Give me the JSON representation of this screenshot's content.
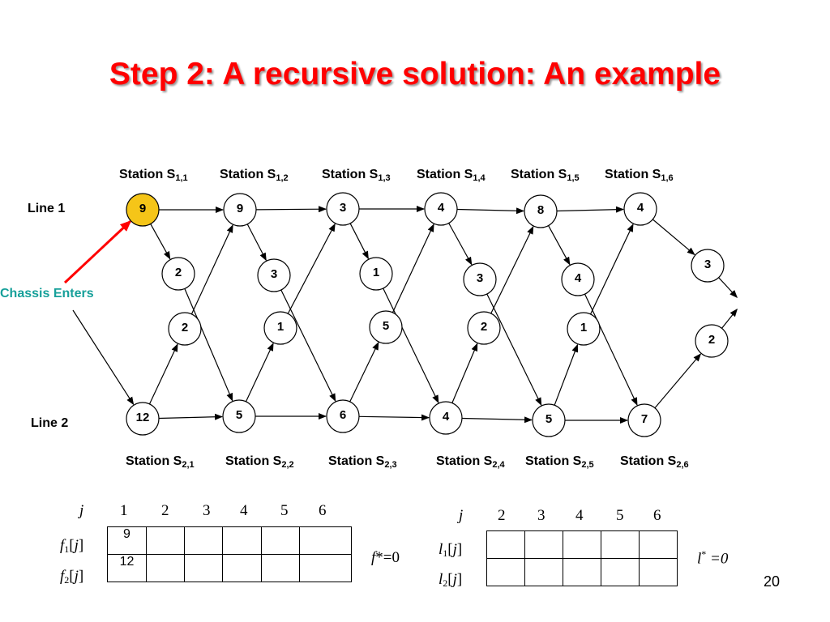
{
  "title": "Step 2: A recursive solution: An example",
  "line1_label": "Line 1",
  "line2_label": "Line 2",
  "chassis_label": "Chassis Enters",
  "station_prefix": "Station S",
  "stations_line1": [
    "1,1",
    "1,2",
    "1,3",
    "1,4",
    "1,5",
    "1,6"
  ],
  "stations_line2": [
    "2,1",
    "2,2",
    "2,3",
    "2,4",
    "2,5",
    "2,6"
  ],
  "line1_values": [
    "9",
    "9",
    "3",
    "4",
    "8",
    "4"
  ],
  "line2_values": [
    "12",
    "5",
    "6",
    "4",
    "5",
    "7"
  ],
  "transfer_1to2": [
    "2",
    "3",
    "1",
    "3",
    "4"
  ],
  "transfer_2to1": [
    "2",
    "1",
    "5",
    "2",
    "1"
  ],
  "exit_line1": "3",
  "exit_line2": "2",
  "highlight_color": "#f5c518",
  "arrow_color": "#ff0000",
  "f_table": {
    "j_label": "j",
    "columns": [
      "1",
      "2",
      "3",
      "4",
      "5",
      "6"
    ],
    "row1_label": {
      "var": "f",
      "sub": "1",
      "idx": "j"
    },
    "row2_label": {
      "var": "f",
      "sub": "2",
      "idx": "j"
    },
    "row1_values": [
      "9",
      "",
      "",
      "",
      "",
      ""
    ],
    "row2_values": [
      "12",
      "",
      "",
      "",
      "",
      ""
    ],
    "result": "f*=0"
  },
  "l_table": {
    "j_label": "j",
    "columns": [
      "2",
      "3",
      "4",
      "5",
      "6"
    ],
    "row1_label": {
      "var": "l",
      "sub": "1",
      "idx": "j"
    },
    "row2_label": {
      "var": "l",
      "sub": "2",
      "idx": "j"
    },
    "row1_values": [
      "",
      "",
      "",
      "",
      ""
    ],
    "row2_values": [
      "",
      "",
      "",
      "",
      ""
    ],
    "result_var": "l",
    "result_sup": "*",
    "result_value": " =0"
  },
  "page_number": "20"
}
